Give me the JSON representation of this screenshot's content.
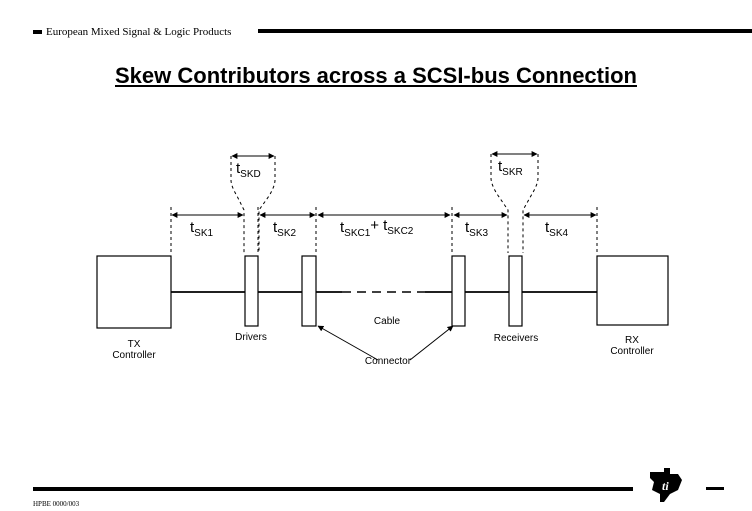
{
  "header": {
    "text": "European Mixed Signal & Logic Products"
  },
  "title": "Skew Contributors across a SCSI-bus Connection",
  "diagram": {
    "skews": [
      {
        "t": "t",
        "sub": "SK1"
      },
      {
        "t": "t",
        "sub": "SKD"
      },
      {
        "t": "t",
        "sub": "SK2"
      },
      {
        "t": "t",
        "sub": "SKC1",
        "plus": "+",
        "t2": "t",
        "sub2": "SKC2"
      },
      {
        "t": "t",
        "sub": "SK3"
      },
      {
        "t": "t",
        "sub": "SKR"
      },
      {
        "t": "t",
        "sub": "SK4"
      }
    ],
    "labels": {
      "tx_line1": "TX",
      "tx_line2": "Controller",
      "rx_line1": "RX",
      "rx_line2": "Controller",
      "drivers": "Drivers",
      "receivers": "Receivers",
      "cable": "Cable",
      "connector": "Connector"
    }
  },
  "footer": {
    "code": "HPBE 0000/003",
    "logo_icon": "ti-logo-icon"
  }
}
